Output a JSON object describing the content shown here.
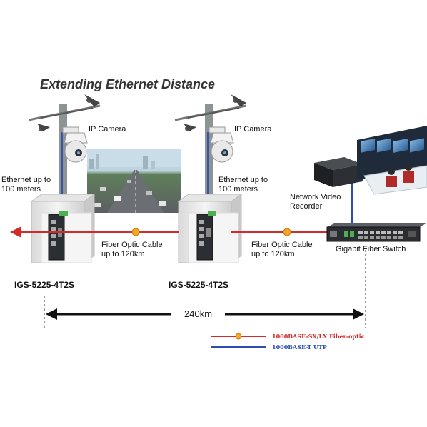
{
  "title": "Extending Ethernet Distance",
  "sites": [
    {
      "camera_label": "IP Camera",
      "ethernet_line1": "Ethernet up to",
      "ethernet_line2": "100 meters",
      "model": "IGS-5225-4T2S"
    },
    {
      "camera_label": "IP Camera",
      "ethernet_line1": "Ethernet up to",
      "ethernet_line2": "100 meters",
      "model": "IGS-5225-4T2S"
    }
  ],
  "fiber_links": [
    {
      "line1": "Fiber Optic Cable",
      "line2": "up to 120km"
    },
    {
      "line1": "Fiber Optic Cable",
      "line2": "up to 120km"
    }
  ],
  "nvr": {
    "line1": "Network Video",
    "line2": "Recorder"
  },
  "switch_label": "Gigabit Fiber Switch",
  "distance": "240km",
  "legend": [
    {
      "label": "1000BASE-SX/LX Fiber-optic",
      "color": "#d42a2a"
    },
    {
      "label": "1000BASE-T UTP",
      "color": "#2a4fb0"
    }
  ],
  "colors": {
    "fiber": "#d42a2a",
    "utp": "#2a4fb0",
    "node": "#f5a623"
  }
}
